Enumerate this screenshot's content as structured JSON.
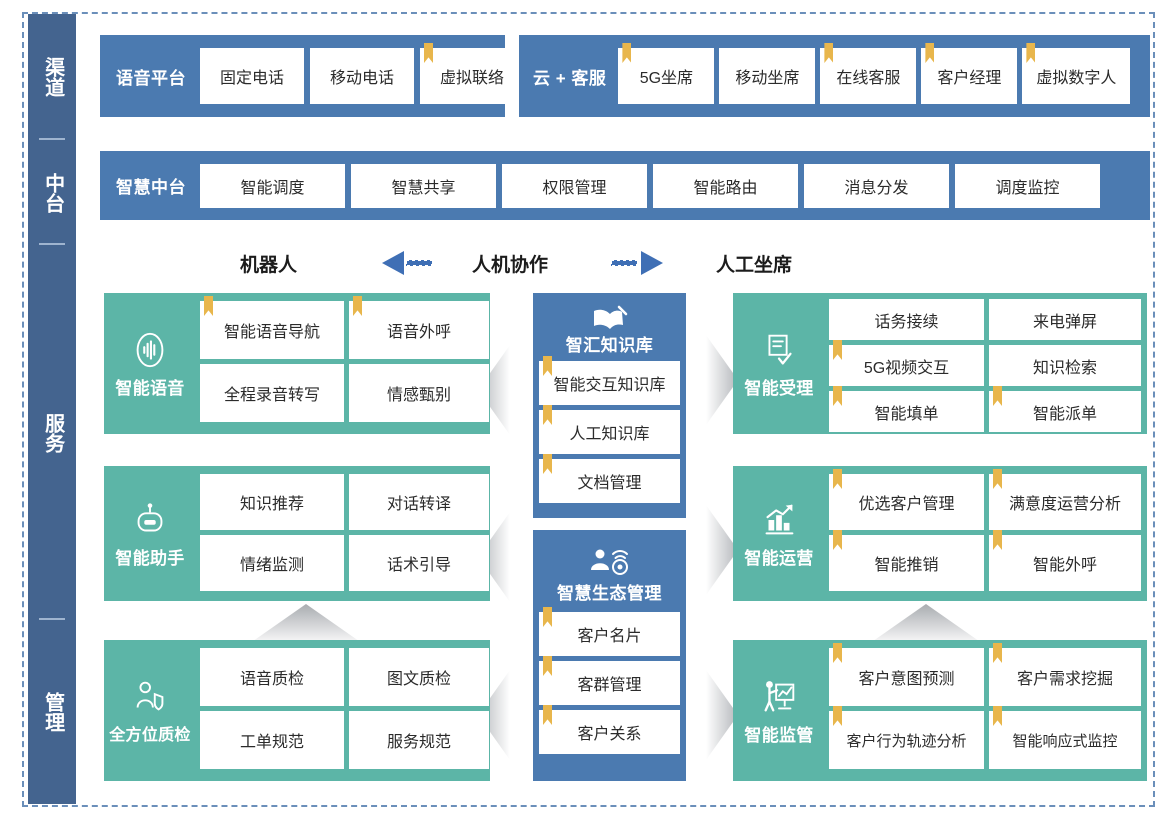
{
  "rail": {
    "segments": [
      {
        "label": "渠道",
        "name": "channel"
      },
      {
        "label": "中台",
        "name": "midplatform"
      },
      {
        "label": "服务",
        "name": "service"
      },
      {
        "label": "管理",
        "name": "management"
      }
    ]
  },
  "channel_row": {
    "voice_platform": {
      "title": "语音平台",
      "chips": [
        {
          "label": "固定电话",
          "mark": false
        },
        {
          "label": "移动电话",
          "mark": false
        },
        {
          "label": "虚拟联络",
          "mark": true
        }
      ]
    },
    "cloud_service": {
      "title": "云 + 客服",
      "chips": [
        {
          "label": "5G坐席",
          "mark": true
        },
        {
          "label": "移动坐席",
          "mark": false
        },
        {
          "label": "在线客服",
          "mark": true
        },
        {
          "label": "客户经理",
          "mark": true
        },
        {
          "label": "虚拟数字人",
          "mark": true
        }
      ]
    }
  },
  "mid_row": {
    "title": "智慧中台",
    "chips": [
      {
        "label": "智能调度",
        "mark": false
      },
      {
        "label": "智慧共享",
        "mark": false
      },
      {
        "label": "权限管理",
        "mark": false
      },
      {
        "label": "智能路由",
        "mark": false
      },
      {
        "label": "消息分发",
        "mark": false
      },
      {
        "label": "调度监控",
        "mark": false
      }
    ]
  },
  "column_headers": {
    "left": "机器人",
    "center": "人机协作",
    "right": "人工坐席"
  },
  "left_groups": [
    {
      "name": "智能语音",
      "icon": "voice-wave-icon",
      "items": [
        {
          "label": "智能语音导航",
          "mark": true
        },
        {
          "label": "语音外呼",
          "mark": true
        },
        {
          "label": "全程录音转写",
          "mark": false
        },
        {
          "label": "情感甄别",
          "mark": false
        }
      ]
    },
    {
      "name": "智能助手",
      "icon": "robot-icon",
      "items": [
        {
          "label": "知识推荐",
          "mark": false
        },
        {
          "label": "对话转译",
          "mark": false
        },
        {
          "label": "情绪监测",
          "mark": false
        },
        {
          "label": "话术引导",
          "mark": false
        }
      ]
    },
    {
      "name": "全方位质检",
      "icon": "person-shield-icon",
      "items": [
        {
          "label": "语音质检",
          "mark": false
        },
        {
          "label": "图文质检",
          "mark": false
        },
        {
          "label": "工单规范",
          "mark": false
        },
        {
          "label": "服务规范",
          "mark": false
        }
      ]
    }
  ],
  "center_stacks": [
    {
      "title": "智汇知识库",
      "icon": "open-book-icon",
      "items": [
        {
          "label": "智能交互知识库",
          "mark": true
        },
        {
          "label": "人工知识库",
          "mark": true
        },
        {
          "label": "文档管理",
          "mark": true
        }
      ]
    },
    {
      "title": "智慧生态管理",
      "icon": "ecosystem-icon",
      "items": [
        {
          "label": "客户名片",
          "mark": true
        },
        {
          "label": "客群管理",
          "mark": true
        },
        {
          "label": "客户关系",
          "mark": true
        }
      ]
    }
  ],
  "right_groups": [
    {
      "name": "智能受理",
      "icon": "form-check-icon",
      "items": [
        {
          "label": "话务接续",
          "mark": false
        },
        {
          "label": "来电弹屏",
          "mark": false
        },
        {
          "label": "5G视频交互",
          "mark": true
        },
        {
          "label": "知识检索",
          "mark": false
        },
        {
          "label": "智能填单",
          "mark": true
        },
        {
          "label": "智能派单",
          "mark": true
        }
      ]
    },
    {
      "name": "智能运营",
      "icon": "growth-chart-icon",
      "items": [
        {
          "label": "优选客户管理",
          "mark": true
        },
        {
          "label": "满意度运营分析",
          "mark": true
        },
        {
          "label": "智能推销",
          "mark": true
        },
        {
          "label": "智能外呼",
          "mark": true
        }
      ]
    },
    {
      "name": "智能监管",
      "icon": "presenter-board-icon",
      "items": [
        {
          "label": "客户意图预测",
          "mark": true
        },
        {
          "label": "客户需求挖掘",
          "mark": true
        },
        {
          "label": "客户行为轨迹分析",
          "mark": true
        },
        {
          "label": "智能响应式监控",
          "mark": true
        }
      ]
    }
  ],
  "colors": {
    "rail": "#44648f",
    "panel_blue": "#4b7ab0",
    "teal": "#5cb5a7",
    "bookmark": "#e8b64c",
    "frame_dash": "#6b8fba",
    "arrow_blue": "#3f6fb5"
  }
}
